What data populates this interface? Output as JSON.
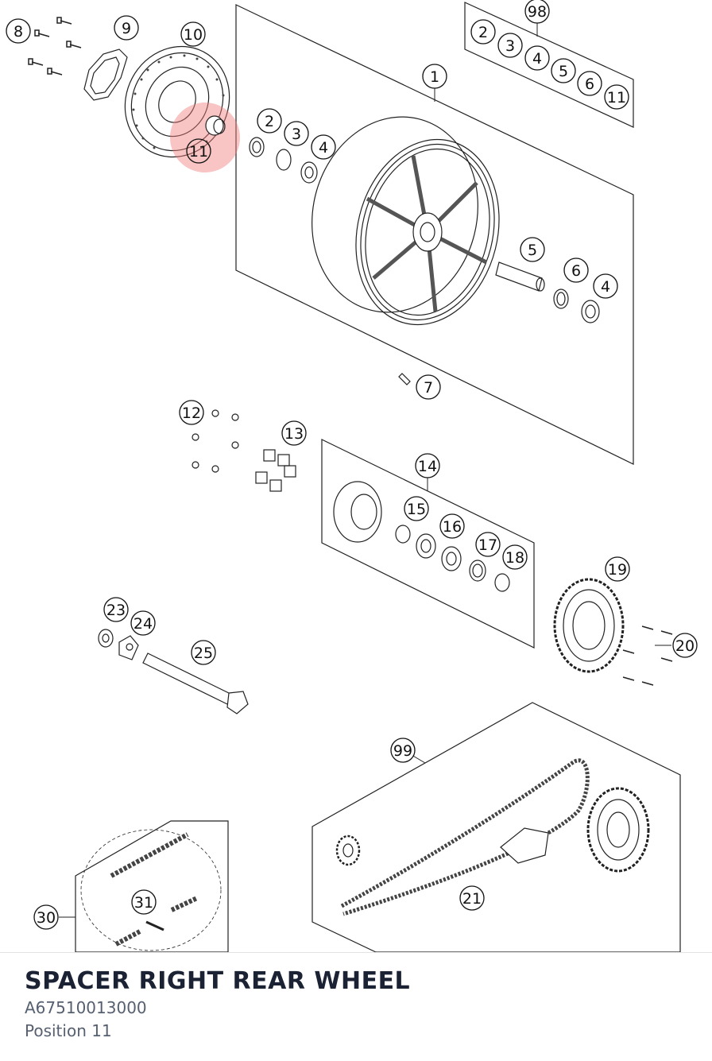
{
  "diagram": {
    "callouts": [
      {
        "id": "c8",
        "label": "8"
      },
      {
        "id": "c9",
        "label": "9"
      },
      {
        "id": "c10",
        "label": "10"
      },
      {
        "id": "c11",
        "label": "11"
      },
      {
        "id": "c98",
        "label": "98"
      },
      {
        "id": "c98-2",
        "label": "2"
      },
      {
        "id": "c98-3",
        "label": "3"
      },
      {
        "id": "c98-4",
        "label": "4"
      },
      {
        "id": "c98-5",
        "label": "5"
      },
      {
        "id": "c98-6",
        "label": "6"
      },
      {
        "id": "c98-11",
        "label": "11"
      },
      {
        "id": "c1",
        "label": "1"
      },
      {
        "id": "c2",
        "label": "2"
      },
      {
        "id": "c3",
        "label": "3"
      },
      {
        "id": "c4a",
        "label": "4"
      },
      {
        "id": "c5",
        "label": "5"
      },
      {
        "id": "c6",
        "label": "6"
      },
      {
        "id": "c4b",
        "label": "4"
      },
      {
        "id": "c7",
        "label": "7"
      },
      {
        "id": "c12",
        "label": "12"
      },
      {
        "id": "c13",
        "label": "13"
      },
      {
        "id": "c14",
        "label": "14"
      },
      {
        "id": "c15",
        "label": "15"
      },
      {
        "id": "c16",
        "label": "16"
      },
      {
        "id": "c17",
        "label": "17"
      },
      {
        "id": "c18",
        "label": "18"
      },
      {
        "id": "c19",
        "label": "19"
      },
      {
        "id": "c20",
        "label": "20"
      },
      {
        "id": "c23",
        "label": "23"
      },
      {
        "id": "c24",
        "label": "24"
      },
      {
        "id": "c25",
        "label": "25"
      },
      {
        "id": "c99",
        "label": "99"
      },
      {
        "id": "c21",
        "label": "21"
      },
      {
        "id": "c30",
        "label": "30"
      },
      {
        "id": "c31",
        "label": "31"
      }
    ],
    "highlight_color": "#f07c7c",
    "line_color": "#222222"
  },
  "part": {
    "title": "SPACER RIGHT REAR WHEEL",
    "number": "A67510013000",
    "position": "Position 11"
  }
}
